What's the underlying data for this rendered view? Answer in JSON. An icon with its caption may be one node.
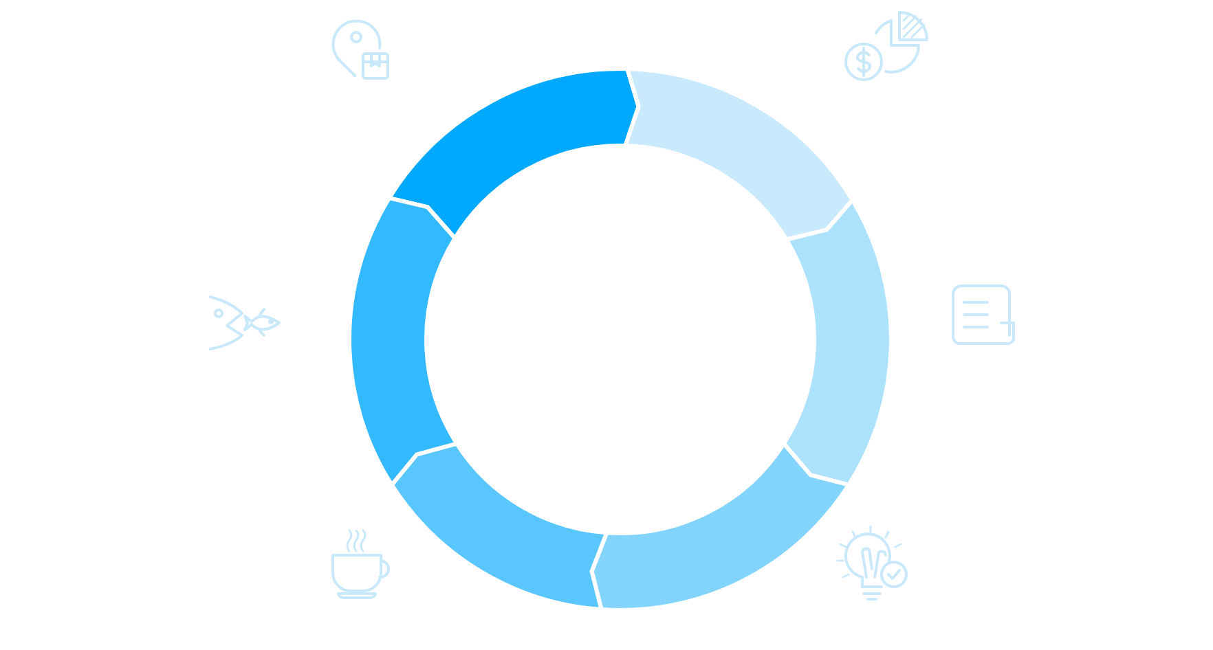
{
  "diagram": {
    "nodes": [
      {
        "text": [],
        "shape": "arc"
      },
      {
        "text": [],
        "shape": "arc"
      },
      {
        "text": [],
        "shape": "arc"
      },
      {
        "text": [],
        "shape": "arc"
      },
      {
        "text": [],
        "shape": "arc"
      },
      {
        "text": [],
        "shape": "arc"
      }
    ]
  }
}
